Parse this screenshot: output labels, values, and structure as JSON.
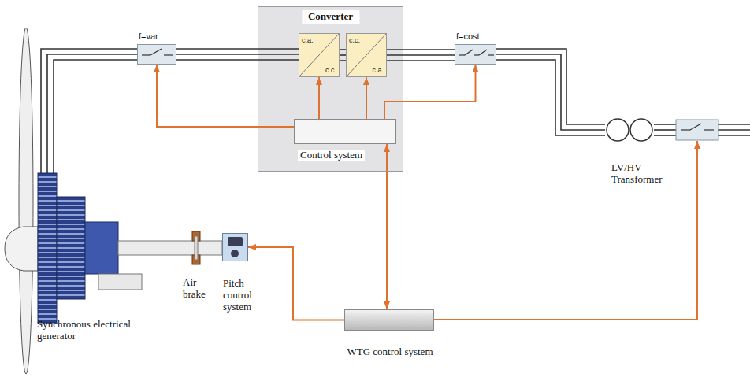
{
  "diagram": {
    "nodes": [
      {
        "text": [
          "f=var"
        ]
      },
      {
        "text": [
          "Converter"
        ]
      },
      {
        "text": [
          "c.a.",
          "c.c."
        ],
        "in": 1
      },
      {
        "text": [
          "c.c.",
          "c.a."
        ],
        "in": 1
      },
      {
        "text": [
          "Control system"
        ],
        "in": 1
      },
      {
        "text": [
          "f=cost"
        ]
      },
      {
        "text": [
          "LV/HV Transformer"
        ]
      },
      {
        "text": [
          "Pitch control system"
        ]
      },
      {
        "text": [
          "WTG control system"
        ]
      }
    ],
    "edges": [
      {
        "from": 0,
        "to": 2,
        "arrow": "none"
      },
      {
        "from": 2,
        "to": 3,
        "arrow": "none"
      },
      {
        "from": 3,
        "to": 5,
        "arrow": "none"
      },
      {
        "from": 5,
        "to": 6,
        "arrow": "none"
      },
      {
        "from": 4,
        "to": 0,
        "arrow": "to"
      },
      {
        "from": 4,
        "to": 2,
        "arrow": "to"
      },
      {
        "from": 4,
        "to": 3,
        "arrow": "to"
      },
      {
        "from": 4,
        "to": 5,
        "arrow": "to"
      },
      {
        "from": 4,
        "to": 8,
        "arrow": "both"
      },
      {
        "from": 8,
        "to": 7,
        "arrow": "to"
      }
    ],
    "labels": [
      "Synchronous electrical generator",
      "Air brake"
    ]
  }
}
